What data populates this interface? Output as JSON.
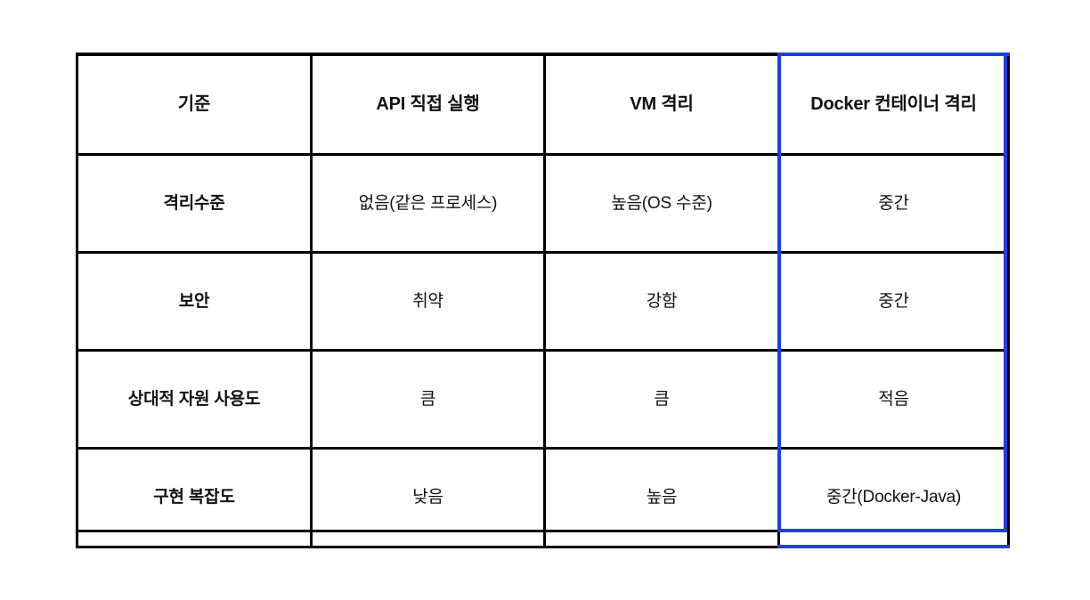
{
  "table": {
    "columns": [
      {
        "key": "criteria",
        "label": "기준",
        "highlighted": false
      },
      {
        "key": "api",
        "label": "API 직접 실행",
        "highlighted": false
      },
      {
        "key": "vm",
        "label": "VM 격리",
        "highlighted": false
      },
      {
        "key": "docker",
        "label": "Docker 컨테이너 격리",
        "highlighted": true
      }
    ],
    "rows": [
      {
        "criteria": "격리수준",
        "api": "없음(같은 프로세스)",
        "vm": "높음(OS 수준)",
        "docker": "중간"
      },
      {
        "criteria": "보안",
        "api": "취약",
        "vm": "강함",
        "docker": "중간"
      },
      {
        "criteria": "상대적 자원 사용도",
        "api": "큼",
        "vm": "큼",
        "docker": "적음"
      },
      {
        "criteria": "구현 복잡도",
        "api": "낮음",
        "vm": "높음",
        "docker": "중간(Docker-Java)"
      }
    ],
    "highlight_color": "#1f3fe0",
    "border_color": "#000000",
    "background_color": "#ffffff"
  }
}
